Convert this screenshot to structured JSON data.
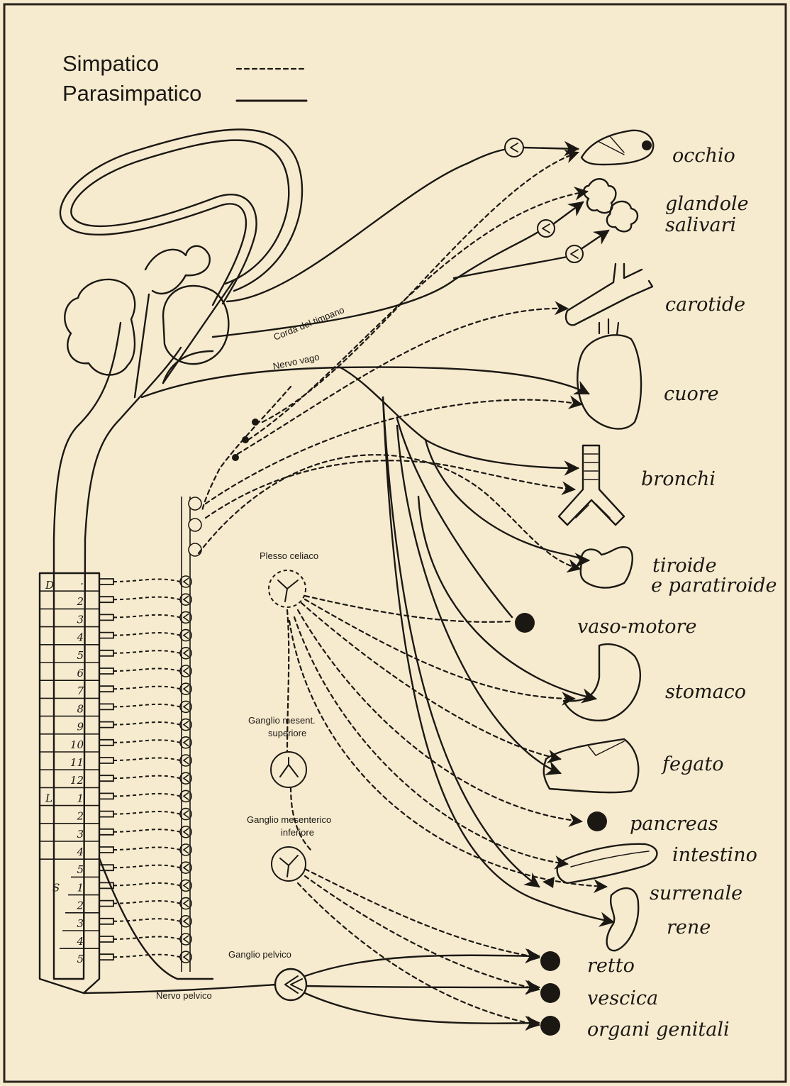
{
  "legend": {
    "sympathetic": "Simpatico",
    "parasympathetic": "Parasimpatico"
  },
  "nerves": {
    "corda": "Corda del timpano",
    "vago": "Nervo vago",
    "pelvico": "Nervo pelvico"
  },
  "ganglia": {
    "celiaco": "Plesso celiaco",
    "mesent_sup_1": "Ganglio mesent.",
    "mesent_sup_2": "superiore",
    "mesent_inf_1": "Ganglio mesenterico",
    "mesent_inf_2": "inferiore",
    "pelvico": "Ganglio pelvico"
  },
  "organs": {
    "occhio": "occhio",
    "glandole_1": "glandole",
    "glandole_2": "salivari",
    "carotide": "carotide",
    "cuore": "cuore",
    "bronchi": "bronchi",
    "tiroide_1": "tiroide",
    "tiroide_2": "e paratiroide",
    "vaso": "vaso-motore",
    "stomaco": "stomaco",
    "fegato": "fegato",
    "pancreas": "pancreas",
    "intestino": "intestino",
    "surrenale": "surrenale",
    "rene": "rene",
    "retto": "retto",
    "vescica": "vescica",
    "genitali": "organi genitali"
  },
  "segments": {
    "dorsal_letter": "D",
    "lumbar_letter": "L",
    "sacral_letter": "S",
    "dorsal": [
      "·",
      "2",
      "3",
      "4",
      "5",
      "6",
      "7",
      "8",
      "9",
      "10",
      "11",
      "12"
    ],
    "lumbar": [
      "1",
      "2",
      "3",
      "4",
      "5"
    ],
    "sacral": [
      "1",
      "2",
      "3",
      "4",
      "5"
    ]
  }
}
